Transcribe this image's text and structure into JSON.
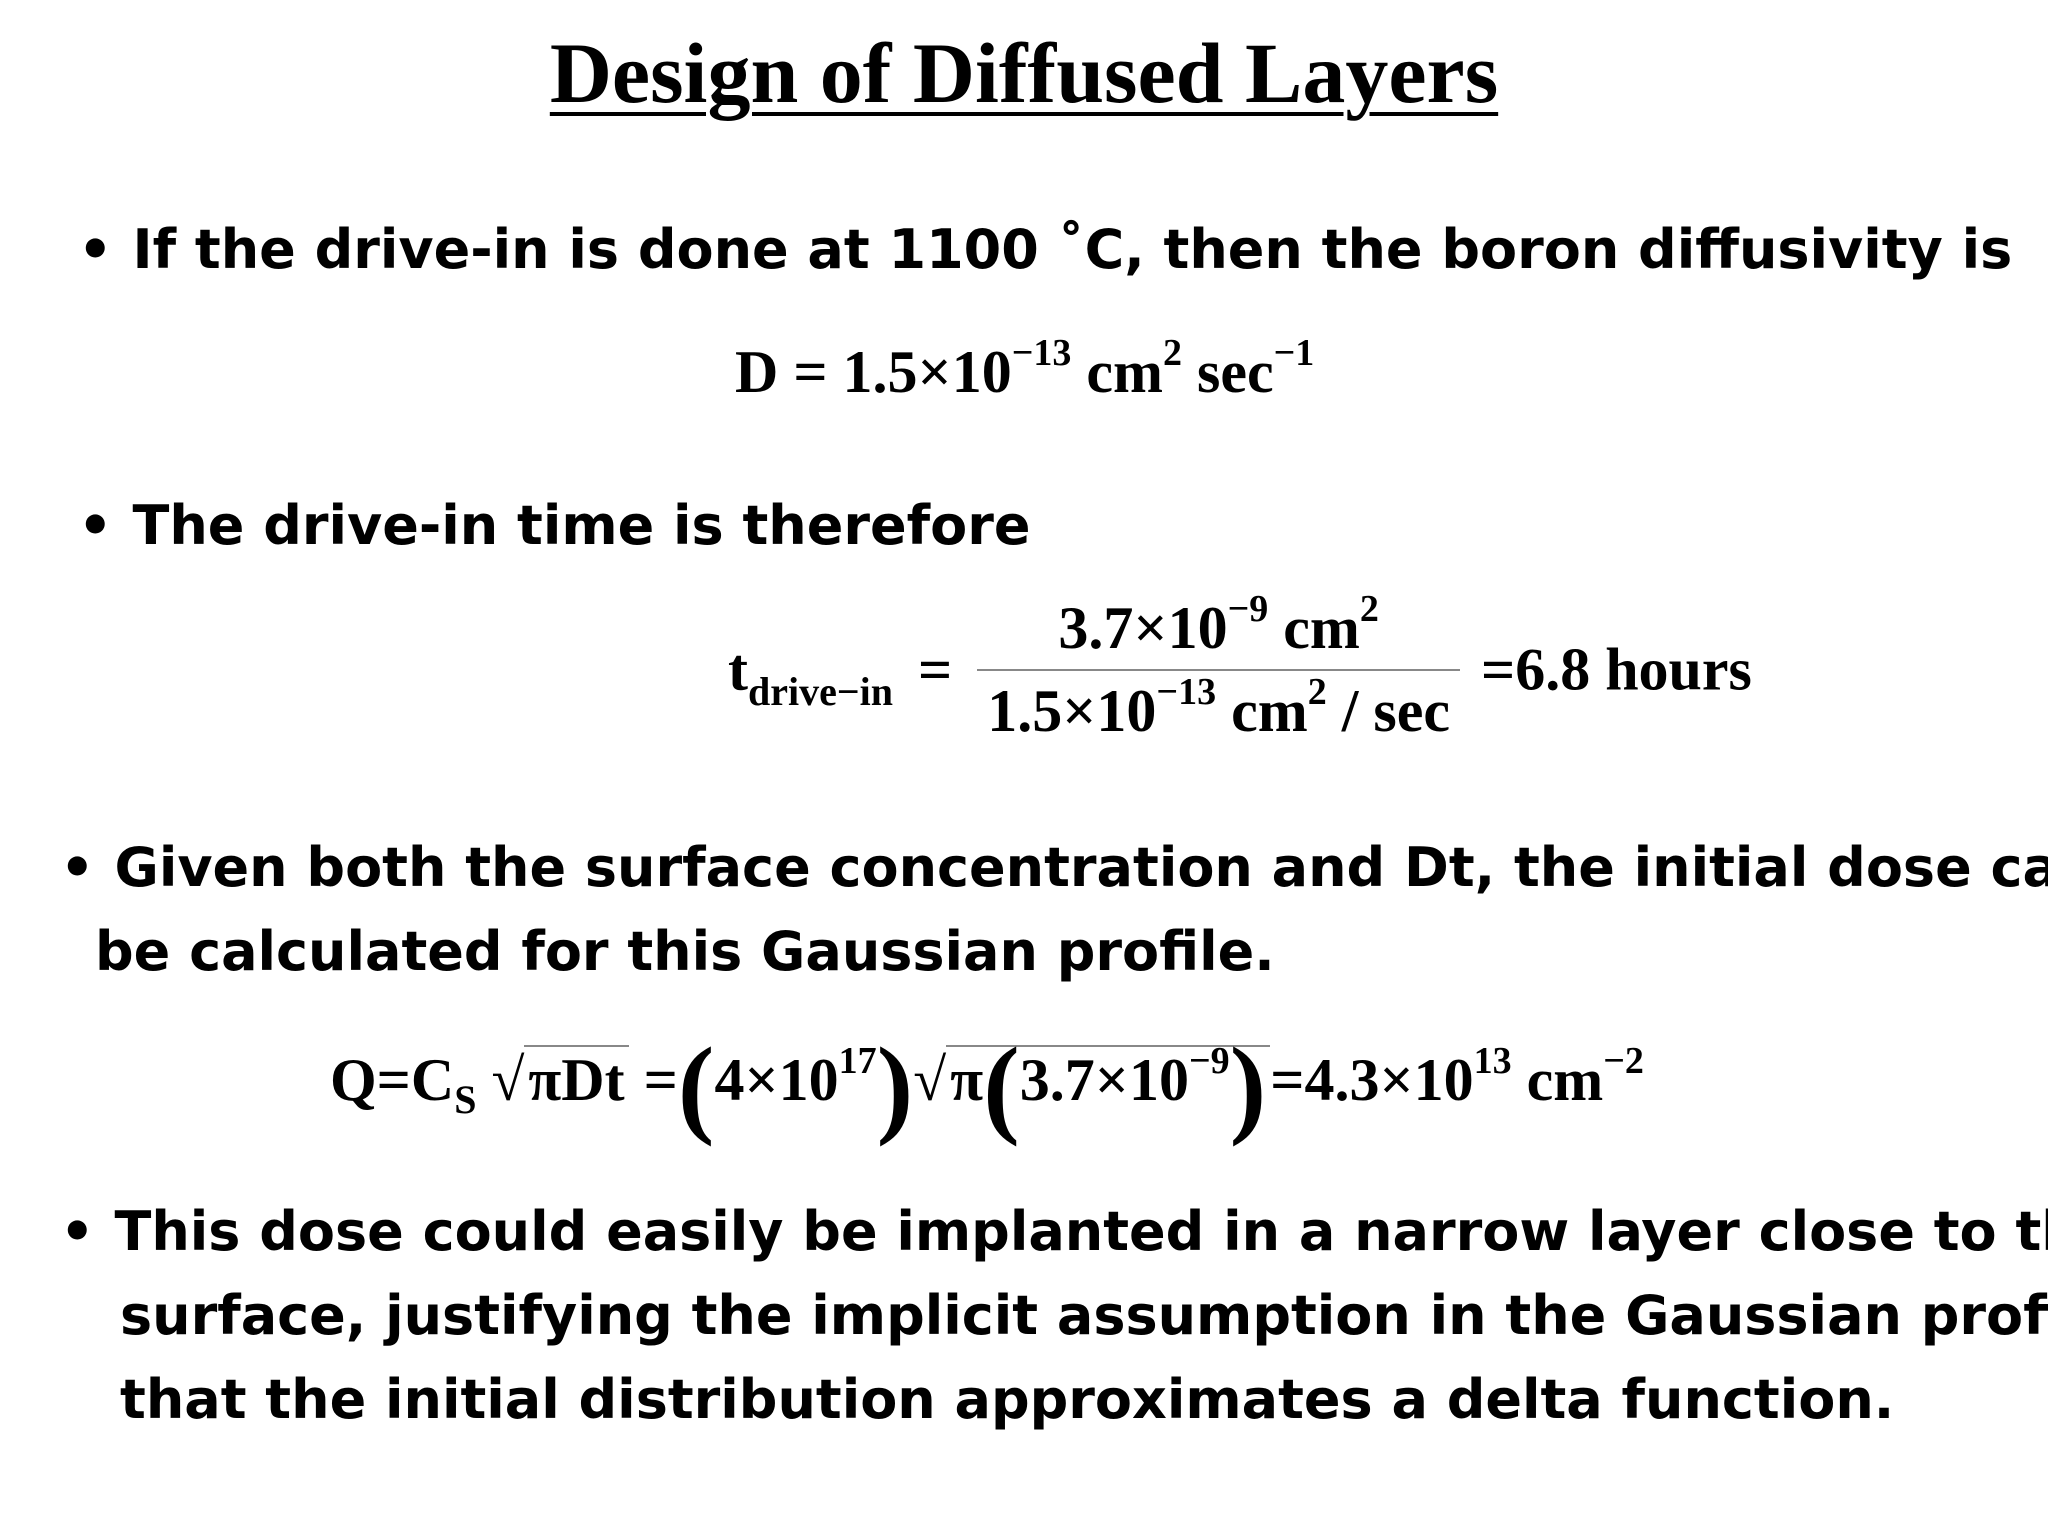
{
  "slide": {
    "title": "Design of Diffused Layers"
  },
  "bullets": [
    {
      "marker": "•",
      "lines": [
        "If the drive-in is done at 1100 ˚C, then the boron diffusivity  is"
      ]
    },
    {
      "marker": "•",
      "lines": [
        "The drive-in time is therefore"
      ]
    },
    {
      "marker": "•",
      "lines": [
        "Given both the surface concentration and Dt, the initial dose can",
        "be calculated for this Gaussian profile."
      ]
    },
    {
      "marker": "•",
      "lines": [
        "This dose could easily be implanted in a narrow layer close to the",
        "surface, justifying the implicit assumption in the Gaussian profile",
        "that the initial distribution approximates a delta function."
      ]
    }
  ],
  "equations": {
    "diffusivity": {
      "lhs": "D",
      "equals": "=",
      "mantissa": "1.5",
      "times": "×",
      "base": "10",
      "exponent": "−13",
      "unit1": " cm",
      "unit1_exp": "2",
      "unit2": " sec",
      "unit2_exp": "−1"
    },
    "drive_time": {
      "lhs": "t",
      "lhs_sub": "drive−in",
      "equals": "=",
      "num_mantissa": "3.7",
      "num_times": "×",
      "num_base": "10",
      "num_exp": "−9",
      "num_unit": " cm",
      "num_unit_exp": "2",
      "den_mantissa": "1.5",
      "den_times": "×",
      "den_base": "10",
      "den_exp": "−13",
      "den_unit": " cm",
      "den_unit_exp": "2",
      "den_per": " / sec",
      "rhs_equals": "=",
      "result": "6.8",
      "result_unit": " hours"
    },
    "dose": {
      "lhs": "Q",
      "equals": "=",
      "cs": "C",
      "cs_sub": "S",
      "sqrt": "√",
      "pi_dt": "πDt",
      "equals2": "=",
      "lparen": "(",
      "c_val": "4",
      "c_times": "×",
      "c_base": "10",
      "c_exp": "17",
      "rparen": ")",
      "sqrt2": "√",
      "pi": "π",
      "lparen2": "(",
      "dt_val": "3.7",
      "dt_times": "×",
      "dt_base": "10",
      "dt_exp": "−9",
      "rparen2": ")",
      "equals3": "=",
      "result": "4.3",
      "result_times": "×",
      "result_base": "10",
      "result_exp": "13",
      "result_unit": " cm",
      "result_unit_exp": "−2"
    }
  }
}
